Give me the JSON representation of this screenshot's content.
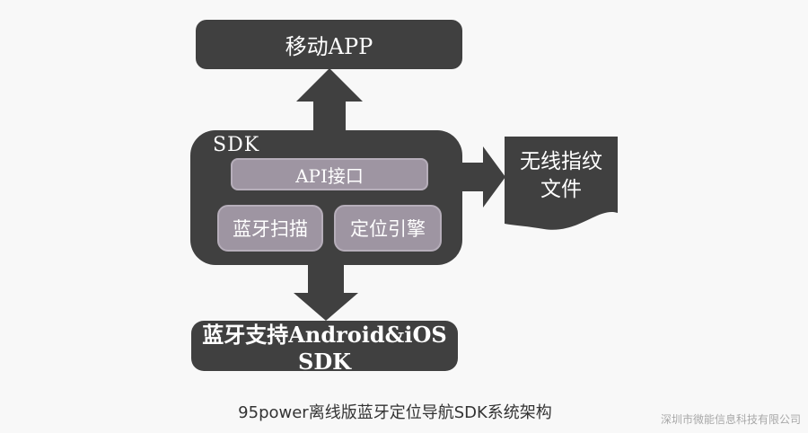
{
  "colors": {
    "background": "#f8f8f8",
    "dark": "#404040",
    "mauve_fill": "#9e95a2",
    "mauve_border": "#b6aeba",
    "text_light": "#ffffff",
    "caption_text": "#333333",
    "company_text": "#a8a8a8"
  },
  "diagram": {
    "app_box": {
      "label": "移动APP"
    },
    "sdk_box": {
      "label": "SDK",
      "api_box": {
        "label": "API接口"
      },
      "bluetooth_box": {
        "label": "蓝牙扫描"
      },
      "engine_box": {
        "label": "定位引擎"
      }
    },
    "document": {
      "line1": "无线指纹",
      "line2": "文件"
    },
    "bottom_box": {
      "label": "蓝牙支持Android&iOS SDK"
    },
    "caption": "95power离线版蓝牙定位导航SDK系统架构",
    "company": "深圳市微能信息科技有限公司"
  }
}
